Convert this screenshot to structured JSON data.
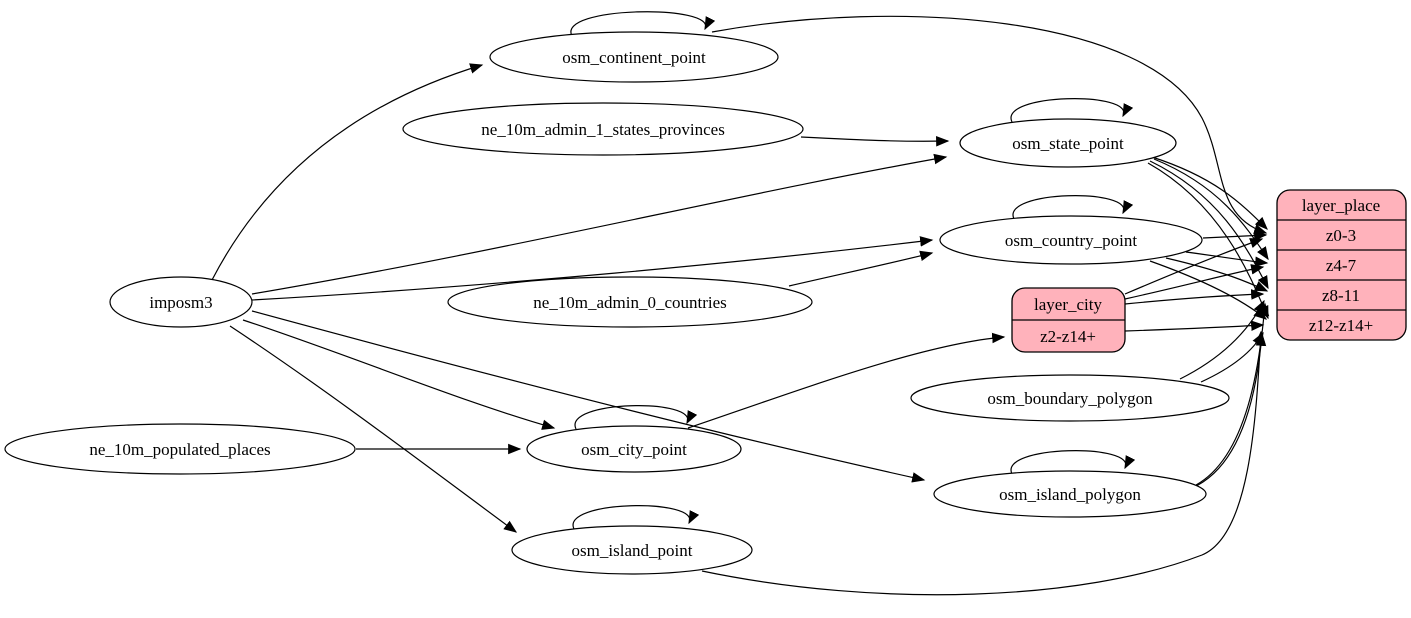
{
  "graph": {
    "kind": "etl-flow-diagram",
    "colors": {
      "background": "#ffffff",
      "node_fill": "#ffffff",
      "record_fill": "#ffb2bb",
      "stroke": "#000000",
      "text": "#000000"
    },
    "nodes": {
      "imposm3": {
        "label": "imposm3",
        "shape": "ellipse"
      },
      "osm_continent_point": {
        "label": "osm_continent_point",
        "shape": "ellipse"
      },
      "ne_10m_admin_1_states_provinces": {
        "label": "ne_10m_admin_1_states_provinces",
        "shape": "ellipse"
      },
      "osm_state_point": {
        "label": "osm_state_point",
        "shape": "ellipse"
      },
      "osm_country_point": {
        "label": "osm_country_point",
        "shape": "ellipse"
      },
      "ne_10m_admin_0_countries": {
        "label": "ne_10m_admin_0_countries",
        "shape": "ellipse"
      },
      "ne_10m_populated_places": {
        "label": "ne_10m_populated_places",
        "shape": "ellipse"
      },
      "osm_city_point": {
        "label": "osm_city_point",
        "shape": "ellipse"
      },
      "osm_island_point": {
        "label": "osm_island_point",
        "shape": "ellipse"
      },
      "osm_boundary_polygon": {
        "label": "osm_boundary_polygon",
        "shape": "ellipse"
      },
      "osm_island_polygon": {
        "label": "osm_island_polygon",
        "shape": "ellipse"
      }
    },
    "records": {
      "layer_city": {
        "title": "layer_city",
        "rows": [
          "z2-z14+"
        ]
      },
      "layer_place": {
        "title": "layer_place",
        "rows": [
          "z0-3",
          "z4-7",
          "z8-11",
          "z12-z14+"
        ]
      }
    },
    "edges": [
      {
        "from": "imposm3",
        "to": "osm_continent_point"
      },
      {
        "from": "imposm3",
        "to": "osm_state_point"
      },
      {
        "from": "imposm3",
        "to": "osm_country_point"
      },
      {
        "from": "imposm3",
        "to": "osm_city_point"
      },
      {
        "from": "imposm3",
        "to": "osm_island_point"
      },
      {
        "from": "imposm3",
        "to": "osm_island_polygon"
      },
      {
        "from": "ne_10m_admin_1_states_provinces",
        "to": "osm_state_point"
      },
      {
        "from": "ne_10m_admin_0_countries",
        "to": "osm_country_point"
      },
      {
        "from": "ne_10m_populated_places",
        "to": "osm_city_point"
      },
      {
        "from": "osm_continent_point",
        "to": "osm_continent_point"
      },
      {
        "from": "osm_state_point",
        "to": "osm_state_point"
      },
      {
        "from": "osm_country_point",
        "to": "osm_country_point"
      },
      {
        "from": "osm_city_point",
        "to": "osm_city_point"
      },
      {
        "from": "osm_island_point",
        "to": "osm_island_point"
      },
      {
        "from": "osm_island_polygon",
        "to": "osm_island_polygon"
      },
      {
        "from": "osm_continent_point",
        "to": "layer_place:z0-3"
      },
      {
        "from": "osm_state_point",
        "to": "layer_place:z0-3"
      },
      {
        "from": "osm_state_point",
        "to": "layer_place:z4-7"
      },
      {
        "from": "osm_state_point",
        "to": "layer_place:z8-11"
      },
      {
        "from": "osm_state_point",
        "to": "layer_place:z12-z14+"
      },
      {
        "from": "osm_country_point",
        "to": "layer_place:z0-3"
      },
      {
        "from": "osm_country_point",
        "to": "layer_place:z4-7"
      },
      {
        "from": "osm_country_point",
        "to": "layer_place:z8-11"
      },
      {
        "from": "osm_country_point",
        "to": "layer_place:z12-z14+"
      },
      {
        "from": "osm_city_point",
        "to": "layer_city:z2-z14+"
      },
      {
        "from": "layer_city",
        "to": "layer_place:z0-3"
      },
      {
        "from": "layer_city",
        "to": "layer_place:z4-7"
      },
      {
        "from": "layer_city",
        "to": "layer_place:z8-11"
      },
      {
        "from": "layer_city",
        "to": "layer_place:z12-z14+"
      },
      {
        "from": "osm_boundary_polygon",
        "to": "layer_place:z8-11"
      },
      {
        "from": "osm_boundary_polygon",
        "to": "layer_place:z12-z14+"
      },
      {
        "from": "osm_island_polygon",
        "to": "layer_place:z8-11"
      },
      {
        "from": "osm_island_polygon",
        "to": "layer_place:z12-z14+"
      },
      {
        "from": "osm_island_point",
        "to": "layer_place:z12-z14+"
      }
    ]
  }
}
